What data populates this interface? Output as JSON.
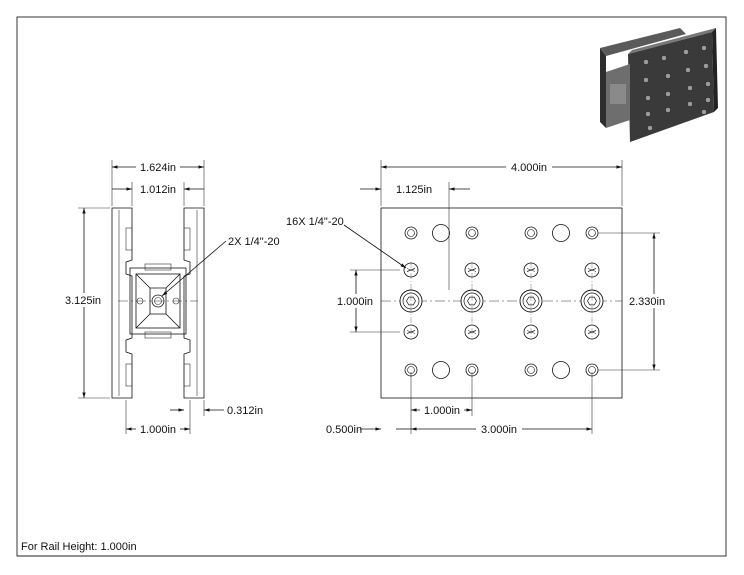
{
  "drawing": {
    "note": "For Rail Height: 1.000in",
    "side_view": {
      "overall_width": "1.624in",
      "inner_width": "1.012in",
      "height": "3.125in",
      "callout": "2X 1/4\"-20",
      "bottom_width": "1.000in",
      "lip": "0.312in"
    },
    "front_view": {
      "width": "4.000in",
      "offset": "1.125in",
      "callout": "16X 1/4\"-20",
      "vertical_spacing": "1.000in",
      "span": "2.330in",
      "hole_spacing": "1.000in",
      "edge": "0.500in",
      "hole_span": "3.000in"
    },
    "colors": {
      "line": "#111111",
      "plate_fill": "#ffffff",
      "thumbnail_dark": "#3a3a3a",
      "thumbnail_mid": "#6e6e6e"
    },
    "icons": [
      "isometric-thumbnail-icon"
    ]
  }
}
